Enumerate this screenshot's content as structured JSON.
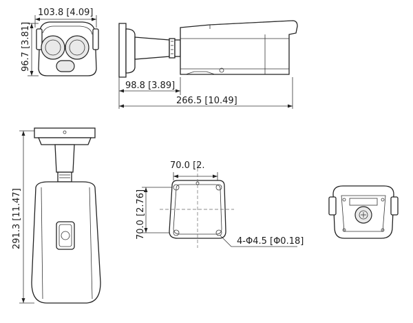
{
  "dimensions": {
    "front_width": "103.8 [4.09]",
    "front_height": "96.7 [3.81]",
    "side_depth_short": "98.8 [3.89]",
    "side_depth_total": "266.5 [10.49]",
    "bottom_height": "291.3 [11.47]",
    "mount_width": "70.0 [2.",
    "mount_height_top": "[2.76]",
    "mount_height_bottom": "70.0",
    "hole_spec": "4-Φ4.5 [Φ0.18]"
  },
  "colors": {
    "line": "#222222",
    "background": "#ffffff",
    "lens": "#e9e9e9"
  }
}
